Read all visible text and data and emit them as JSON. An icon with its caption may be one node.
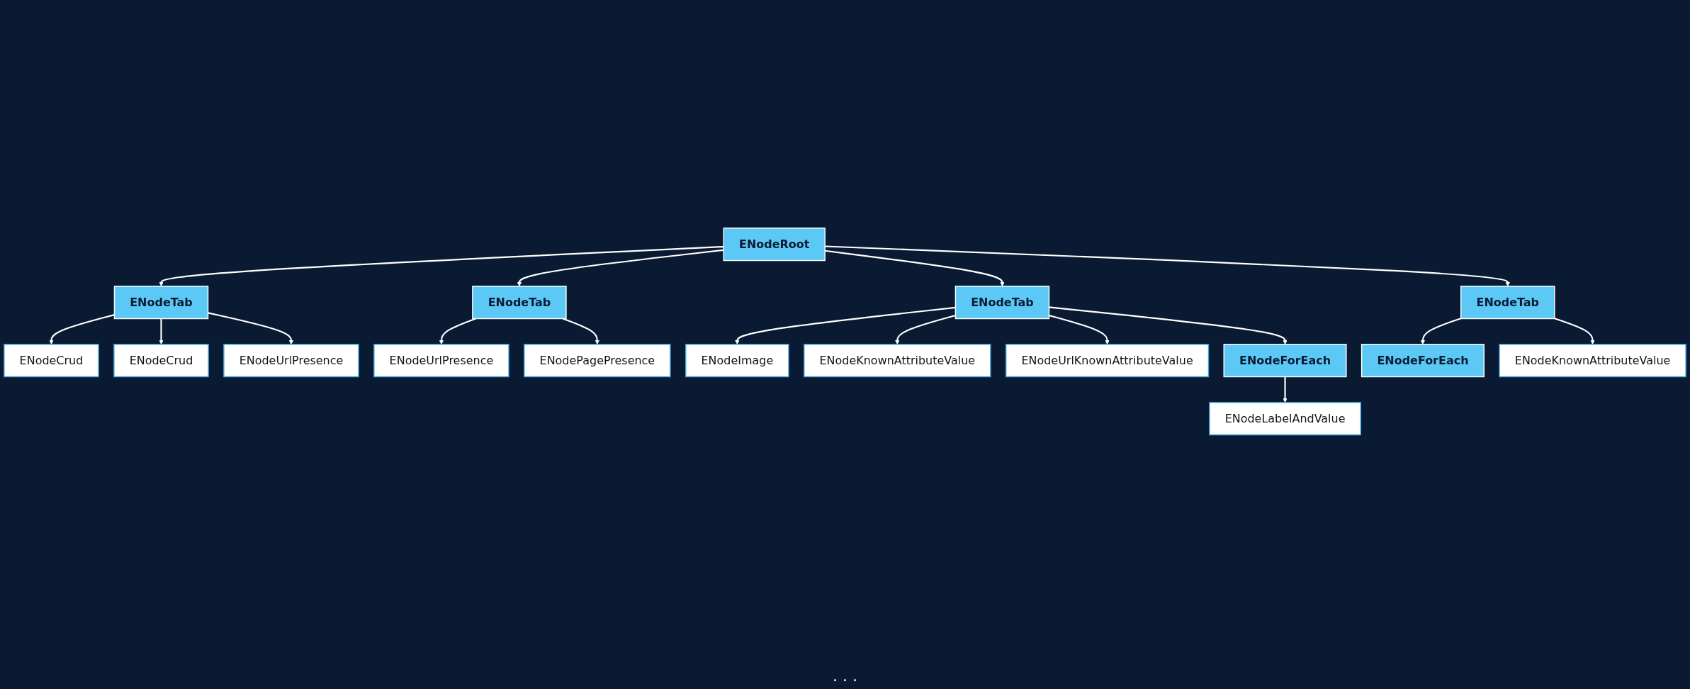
{
  "diagram": {
    "nodes": [
      {
        "text": [
          "ENodeRoot"
        ]
      },
      {
        "text": [
          "ENodeTab"
        ]
      },
      {
        "text": [
          "ENodeCrud"
        ]
      },
      {
        "text": [
          "ENodeCrud"
        ]
      },
      {
        "text": [
          "ENodeUrlPresence"
        ]
      },
      {
        "text": [
          "ENodeTab"
        ]
      },
      {
        "text": [
          "ENodeUrlPresence"
        ]
      },
      {
        "text": [
          "ENodePagePresence"
        ]
      },
      {
        "text": [
          "ENodeTab"
        ]
      },
      {
        "text": [
          "ENodeImage"
        ]
      },
      {
        "text": [
          "ENodeKnownAttributeValue"
        ]
      },
      {
        "text": [
          "ENodeUrlKnownAttributeValue"
        ]
      },
      {
        "text": [
          "ENodeForEach"
        ]
      },
      {
        "text": [
          "ENodeLabelAndValue"
        ]
      },
      {
        "text": [
          "ENodeTab"
        ]
      },
      {
        "text": [
          "ENodeForEach"
        ]
      },
      {
        "text": [
          "ENodeKnownAttributeValue"
        ]
      }
    ],
    "edges": [
      {
        "from": 0,
        "to": 1,
        "arrow": "to"
      },
      {
        "from": 0,
        "to": 5,
        "arrow": "to"
      },
      {
        "from": 0,
        "to": 8,
        "arrow": "to"
      },
      {
        "from": 0,
        "to": 14,
        "arrow": "to"
      },
      {
        "from": 1,
        "to": 2,
        "arrow": "to"
      },
      {
        "from": 1,
        "to": 3,
        "arrow": "to"
      },
      {
        "from": 1,
        "to": 4,
        "arrow": "to"
      },
      {
        "from": 5,
        "to": 6,
        "arrow": "to"
      },
      {
        "from": 5,
        "to": 7,
        "arrow": "to"
      },
      {
        "from": 8,
        "to": 9,
        "arrow": "to"
      },
      {
        "from": 8,
        "to": 10,
        "arrow": "to"
      },
      {
        "from": 8,
        "to": 11,
        "arrow": "to"
      },
      {
        "from": 8,
        "to": 12,
        "arrow": "to"
      },
      {
        "from": 12,
        "to": 13,
        "arrow": "to"
      },
      {
        "from": 14,
        "to": 15,
        "arrow": "to"
      },
      {
        "from": 14,
        "to": 16,
        "arrow": "to"
      }
    ],
    "labels": [
      ". . ."
    ]
  }
}
